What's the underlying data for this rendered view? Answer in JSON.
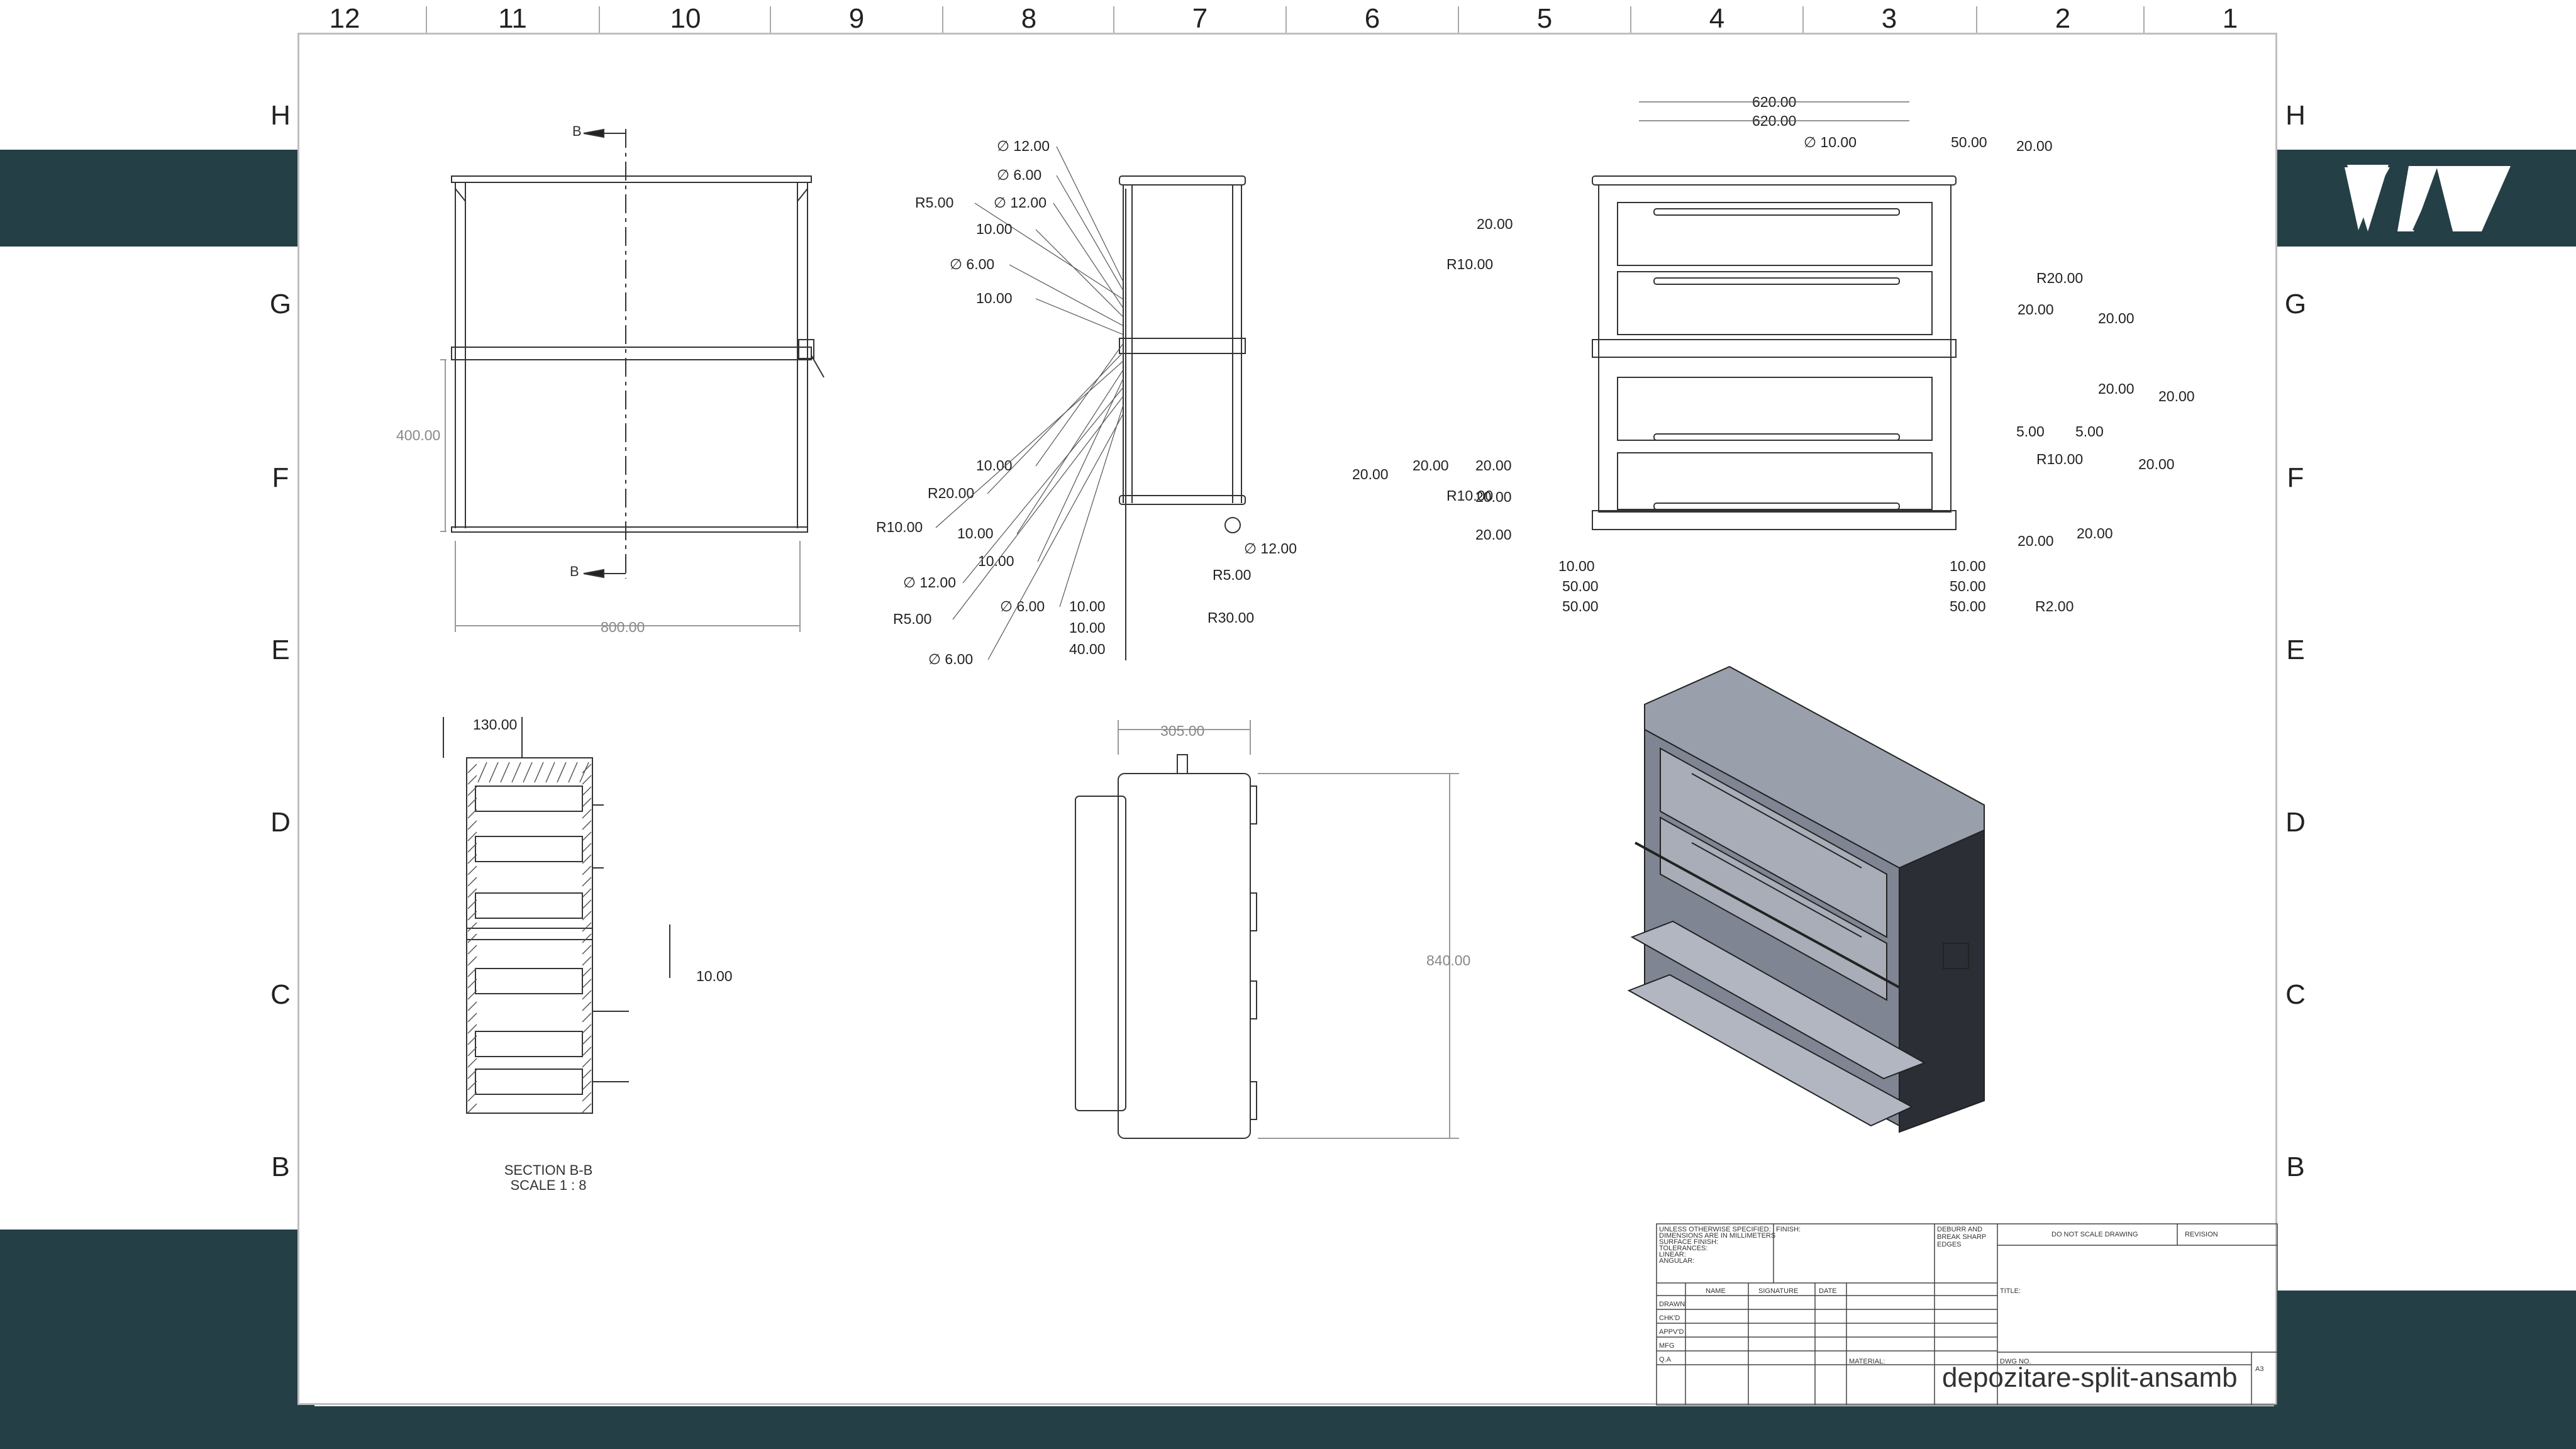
{
  "branding": {
    "accent_color": "#253f47",
    "logo_icon": "wv-logo-icon"
  },
  "border": {
    "columns": [
      "12",
      "11",
      "10",
      "9",
      "8",
      "7",
      "6",
      "5",
      "4",
      "3",
      "2",
      "1"
    ],
    "rows": [
      "H",
      "G",
      "F",
      "E",
      "D",
      "C",
      "B"
    ]
  },
  "section_label": {
    "title": "SECTION B-B",
    "scale": "SCALE 1 : 8",
    "cut_letter": "B"
  },
  "front_view": {
    "height_dim": "400.00",
    "width_dim": "800.00"
  },
  "side_view": {
    "dims_left": [
      "∅ 12.00",
      "∅ 6.00",
      "R5.00",
      "∅ 12.00",
      "10.00",
      "∅ 6.00",
      "10.00",
      "10.00",
      "R20.00",
      "R10.00",
      "10.00",
      "10.00",
      "∅ 12.00",
      "R5.00",
      "∅ 6.00",
      "∅ 6.00"
    ],
    "dims_right": [
      "∅ 12.00",
      "R5.00",
      "R30.00"
    ],
    "dims_bottom": [
      "10.00",
      "10.00",
      "40.00"
    ]
  },
  "top_view": {
    "dims_top": [
      "620.00",
      "620.00",
      "∅ 10.00",
      "50.00",
      "20.00"
    ],
    "dims_left": [
      "20.00",
      "R10.00",
      "20.00",
      "20.00",
      "20.00",
      "20.00",
      "R10.00",
      "20.00"
    ],
    "dims_right": [
      "R20.00",
      "20.00",
      "20.00",
      "20.00",
      "20.00",
      "5.00",
      "5.00",
      "R10.00",
      "20.00",
      "20.00",
      "20.00"
    ],
    "dims_bottom": [
      "10.00",
      "50.00",
      "50.00",
      "10.00",
      "50.00",
      "50.00",
      "R2.00"
    ]
  },
  "section_view": {
    "width_dim": "130.00",
    "gap_dim": "10.00"
  },
  "end_view": {
    "width_dim": "305.00",
    "height_dim": "840.00"
  },
  "title_block": {
    "notes": [
      "UNLESS OTHERWISE SPECIFIED:",
      "DIMENSIONS ARE IN MILLIMETERS",
      "SURFACE FINISH:",
      "TOLERANCES:",
      "LINEAR:",
      "ANGULAR:"
    ],
    "finish": "FINISH:",
    "deburr": [
      "DEBURR AND",
      "BREAK SHARP",
      "EDGES"
    ],
    "no_scale": "DO NOT SCALE DRAWING",
    "revision": "REVISION",
    "rows": [
      "DRAWN",
      "CHK'D",
      "APPV'D",
      "MFG",
      "Q.A"
    ],
    "cols": [
      "NAME",
      "SIGNATURE",
      "DATE"
    ],
    "title_label": "TITLE:",
    "material": "MATERIAL:",
    "dwg_no": "DWG NO.",
    "drawing_name": "depozitare-split-ansamb",
    "size": "A3"
  }
}
